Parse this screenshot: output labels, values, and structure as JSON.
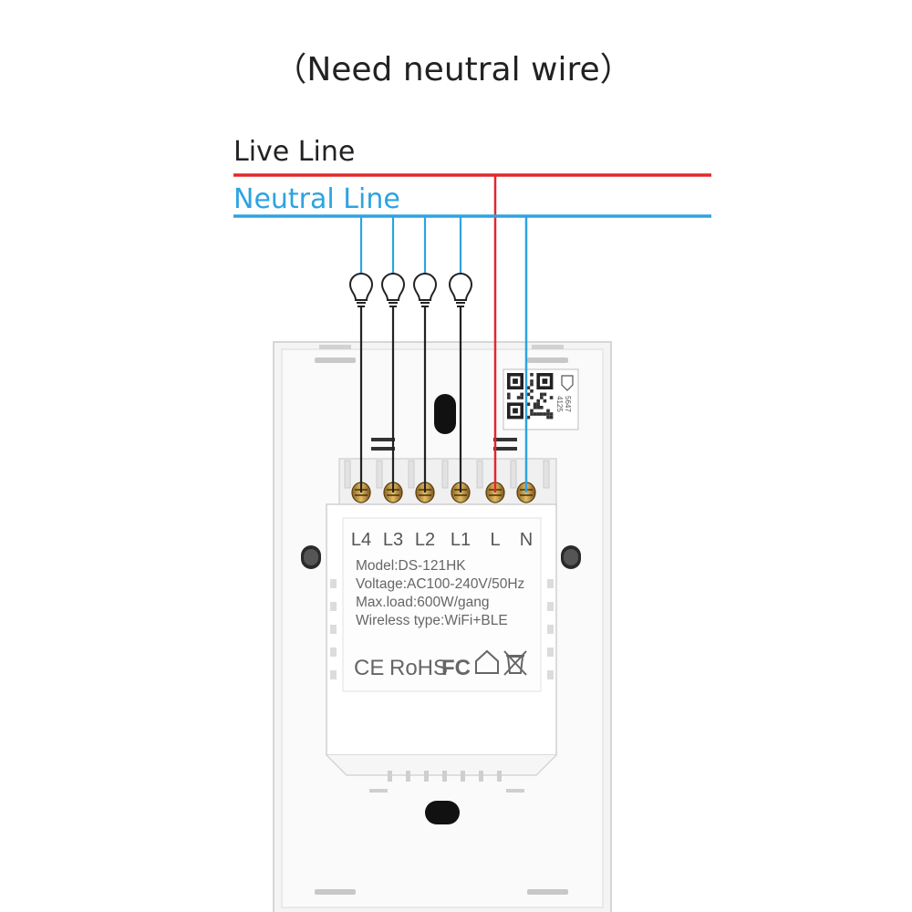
{
  "title": "（Need neutral wire）",
  "lines": {
    "live": {
      "label": "Live Line",
      "color": "#e0282c"
    },
    "neutral": {
      "label": "Neutral Line",
      "color": "#2ea3e0"
    }
  },
  "terminals": [
    "L4",
    "L3",
    "L2",
    "L1",
    "L",
    "N"
  ],
  "spec_lines": [
    "Model:DS-121HK",
    "Voltage:AC100-240V/50Hz",
    "Max.load:600W/gang",
    "Wireless type:WiFi+BLE"
  ],
  "cert_marks": {
    "ce": "CE",
    "rohs": "RoHS",
    "fc": "FC"
  },
  "qr_codes": [
    "5647",
    "4125"
  ],
  "load_wire_color": "#222222"
}
